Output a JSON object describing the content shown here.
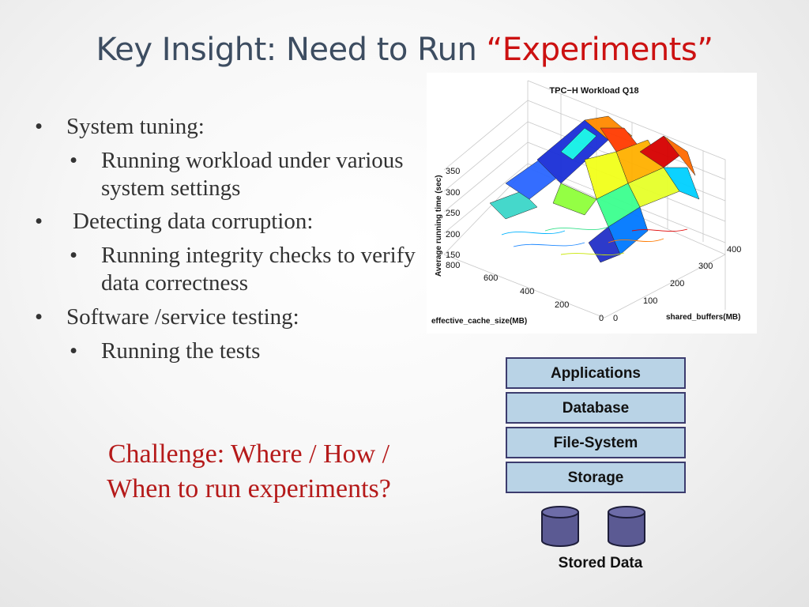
{
  "title": {
    "prefix": "Key Insight: Need to Run ",
    "highlight": "“Experiments”",
    "highlight_color": "#cc1111"
  },
  "bullets": [
    {
      "text": "System tuning:",
      "subs": [
        "Running workload under various system settings"
      ]
    },
    {
      "text": "Detecting data corruption:",
      "subs": [
        "Running integrity checks to verify data correctness"
      ]
    },
    {
      "text": "Software /service testing:",
      "subs": [
        "Running the tests"
      ]
    }
  ],
  "challenge": {
    "line1": "Challenge: Where / How /",
    "line2": "When to run experiments?",
    "color": "#b51a1a"
  },
  "figure": {
    "title": "TPC−H Workload Q18",
    "zlabel": "Average running time (sec)",
    "xlabel": "effective_cache_size(MB)",
    "ylabel": "shared_buffers(MB)",
    "z_ticks": [
      "350",
      "300",
      "250",
      "200",
      "150"
    ],
    "x_ticks": [
      "800",
      "600",
      "400",
      "200",
      "0"
    ],
    "y_ticks": [
      "0",
      "100",
      "200",
      "300",
      "400"
    ]
  },
  "stack": {
    "layers": [
      "Applications",
      "Database",
      "File-System",
      "Storage"
    ],
    "fill": "#b9d3e6",
    "border": "#3c3c6e"
  },
  "stored_data": {
    "label": "Stored Data",
    "color": "#5b5a93"
  }
}
